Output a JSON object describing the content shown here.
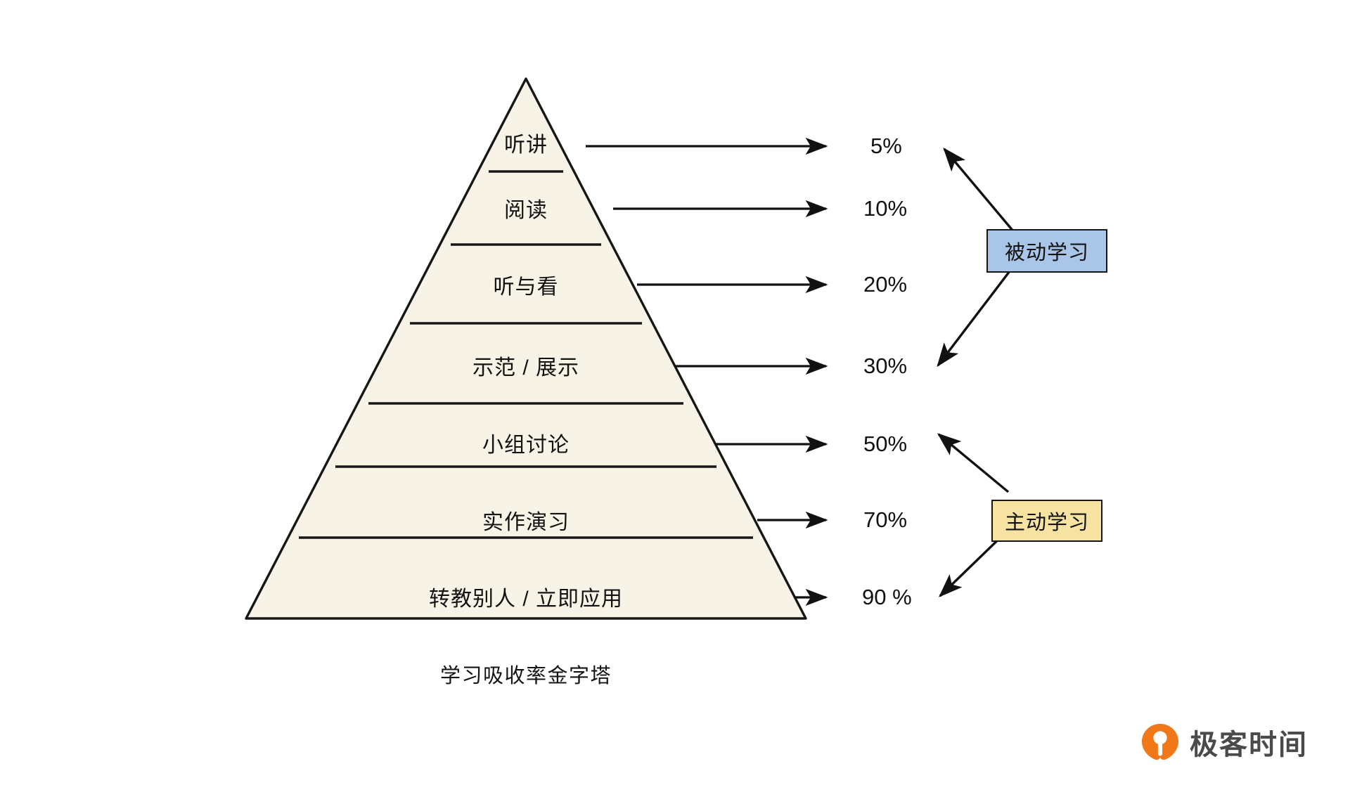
{
  "diagram": {
    "caption": "学习吸收率金字塔",
    "pyramid_fill": "#f7f4e7",
    "stroke": "#161616",
    "tiers": [
      {
        "label": "听讲",
        "retention": "5%"
      },
      {
        "label": "阅读",
        "retention": "10%"
      },
      {
        "label": "听与看",
        "retention": "20%"
      },
      {
        "label": "示范 / 展示",
        "retention": "30%"
      },
      {
        "label": "小组讨论",
        "retention": "50%"
      },
      {
        "label": "实作演习",
        "retention": "70%"
      },
      {
        "label": "转教别人 / 立即应用",
        "retention": "90 %"
      }
    ],
    "categories": [
      {
        "label": "被动学习",
        "color": "#a9c6e8",
        "covers": [
          "5%",
          "10%",
          "20%",
          "30%"
        ]
      },
      {
        "label": "主动学习",
        "color": "#f7e3a1",
        "covers": [
          "50%",
          "70%",
          "90 %"
        ]
      }
    ]
  },
  "brand": {
    "name": "极客时间",
    "mark_color": "#f07818"
  },
  "chart_data": {
    "type": "bar",
    "title": "学习吸收率金字塔",
    "xlabel": "",
    "ylabel": "",
    "categories": [
      "听讲",
      "阅读",
      "听与看",
      "示范 / 展示",
      "小组讨论",
      "实作演习",
      "转教别人 / 立即应用"
    ],
    "values": [
      5,
      10,
      20,
      30,
      50,
      70,
      90
    ],
    "value_labels": [
      "5%",
      "10%",
      "20%",
      "30%",
      "50%",
      "70%",
      "90 %"
    ],
    "ylim": [
      0,
      100
    ],
    "grid": false,
    "legend": [
      "被动学习",
      "主动学习"
    ],
    "legend_position": "right",
    "series": [
      {
        "name": "学习吸收率",
        "values": [
          5,
          10,
          20,
          30,
          50,
          70,
          90
        ]
      }
    ],
    "annotations": [
      {
        "text": "被动学习",
        "covers": [
          "听讲",
          "阅读",
          "听与看",
          "示范 / 展示"
        ],
        "color": "#a9c6e8"
      },
      {
        "text": "主动学习",
        "covers": [
          "小组讨论",
          "实作演习",
          "转教别人 / 立即应用"
        ],
        "color": "#f7e3a1"
      }
    ]
  }
}
